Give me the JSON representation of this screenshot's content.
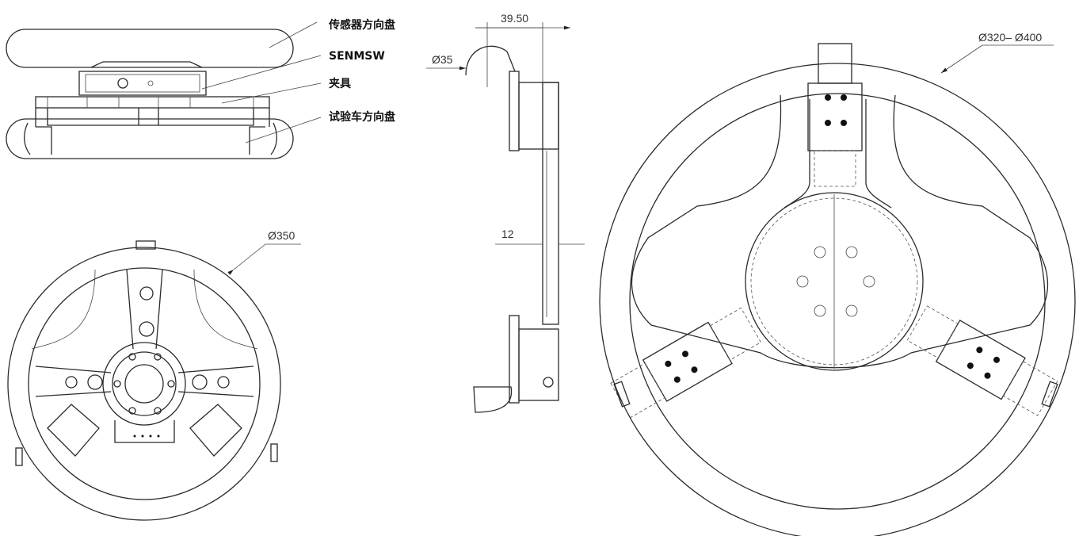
{
  "labels": {
    "sensor_wheel": "传感器方向盘",
    "senmsw": "SENMSW",
    "fixture": "夹具",
    "test_vehicle_wheel": "试验车方向盘"
  },
  "dimensions": {
    "front_view_diameter": "Ø350",
    "clamp_width": "39.50",
    "clamp_diameter": "Ø35",
    "clamp_thickness": "12",
    "wheel_range": "Ø320– Ø400"
  }
}
